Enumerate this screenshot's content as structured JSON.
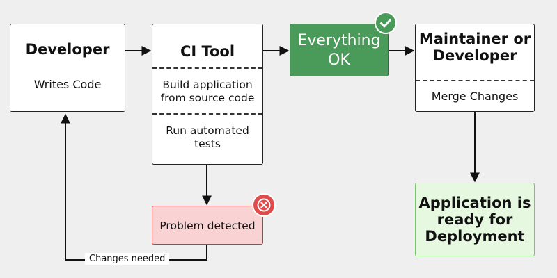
{
  "developer": {
    "title": "Developer",
    "action": "Writes Code"
  },
  "ci_tool": {
    "title": "CI Tool",
    "step1": "Build application from source code",
    "step2": "Run automated tests"
  },
  "success": {
    "label": "Everything OK",
    "badge_icon": "check-icon",
    "color": "#4a9a5a"
  },
  "maintainer": {
    "title": "Maintainer or Developer",
    "action": "Merge Changes"
  },
  "problem": {
    "label": "Problem detected",
    "badge_icon": "x-icon",
    "color": "#e04b4b",
    "fill": "#f9d3d3"
  },
  "feedback_edge": {
    "label": "Changes needed"
  },
  "deployment": {
    "label": "Application is ready for Deployment",
    "fill": "#e7f8e1",
    "border": "#7cc46c"
  }
}
